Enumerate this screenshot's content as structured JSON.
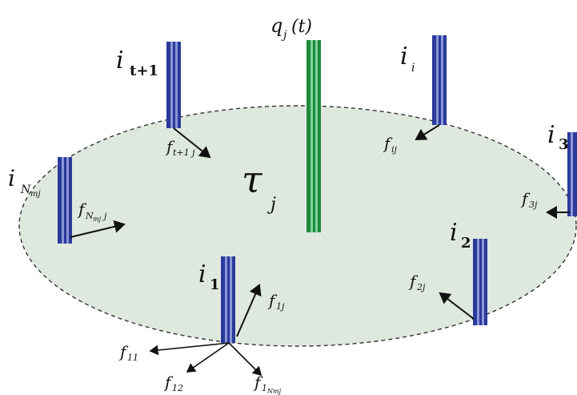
{
  "diagram": {
    "region_label": "τ",
    "region_label_sub": "j",
    "center_rod": {
      "label": "q",
      "label_sub": "j",
      "label_tail": "(t)"
    },
    "rods": [
      {
        "id": "i-t-plus-1",
        "label": "i",
        "label_sub": "t+1",
        "force": "f",
        "force_sub": "t+1 j"
      },
      {
        "id": "i-i",
        "label": "i",
        "label_sub": "i",
        "force": "f",
        "force_sub": "ij"
      },
      {
        "id": "i-3",
        "label": "i",
        "label_sub": "3",
        "force": "f",
        "force_sub": "3j"
      },
      {
        "id": "i-n",
        "label": "i",
        "label_sub": "N",
        "label_subsub": "mj",
        "force": "f",
        "force_sub": "N",
        "force_subsub": "mj",
        "force_tail": "j"
      },
      {
        "id": "i-2",
        "label": "i",
        "label_sub": "2",
        "force": "f",
        "force_sub": "2j"
      },
      {
        "id": "i-1",
        "label": "i",
        "label_sub": "1",
        "force": "f",
        "force_sub": "1j"
      }
    ],
    "i1_extra_forces": [
      {
        "label": "f",
        "sub": "11"
      },
      {
        "label": "f",
        "sub": "12"
      },
      {
        "label": "f",
        "sub": "1",
        "subsub": "Nmj"
      }
    ],
    "colors": {
      "region_fill": "#dfe8df",
      "region_stroke": "#333333",
      "rod_blue": "#2a3a9a",
      "rod_blue_light": "#8a95d8",
      "rod_green": "#1e8a3a",
      "rod_green_light": "#7fd29a",
      "arrow": "#111111"
    }
  }
}
